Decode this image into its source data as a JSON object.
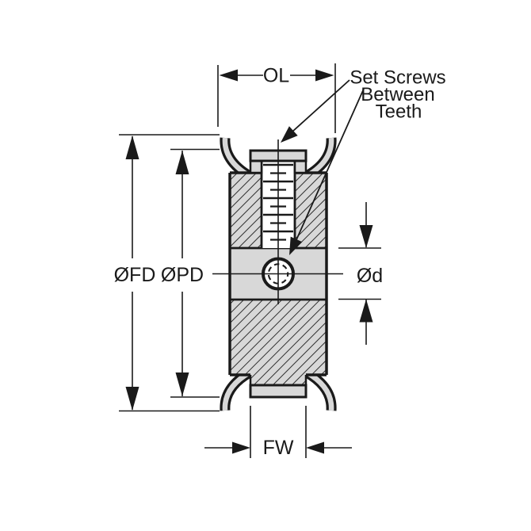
{
  "diagram": {
    "labels": {
      "overall_length": "OL",
      "face_width": "FW",
      "flange_diameter": "ØFD",
      "pitch_diameter": "ØPD",
      "bore_diameter": "Ød"
    },
    "note": {
      "line1": "Set Screws",
      "line2": "Between",
      "line3": "Teeth"
    },
    "colors": {
      "outline": "#1a1a1a",
      "part_fill": "#d8d8d8",
      "background": "#ffffff"
    }
  }
}
